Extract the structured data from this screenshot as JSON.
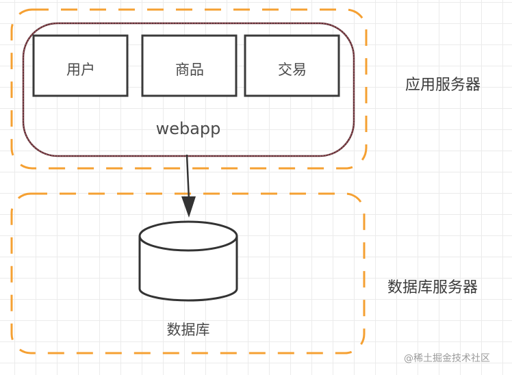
{
  "diagram": {
    "app_server": {
      "label": "应用服务器",
      "container_label": "webapp",
      "modules": [
        {
          "label": "用户"
        },
        {
          "label": "商品"
        },
        {
          "label": "交易"
        }
      ]
    },
    "db_server": {
      "label": "数据库服务器",
      "database_label": "数据库"
    },
    "edges": [
      {
        "from": "webapp",
        "to": "数据库",
        "style": "arrow"
      }
    ],
    "colors": {
      "group_border": "#f5a032",
      "container_border": "#6b3a3f",
      "node_border": "#3a3a3a",
      "text": "#4a4a4a"
    }
  },
  "watermark": "@稀土掘金技术社区"
}
